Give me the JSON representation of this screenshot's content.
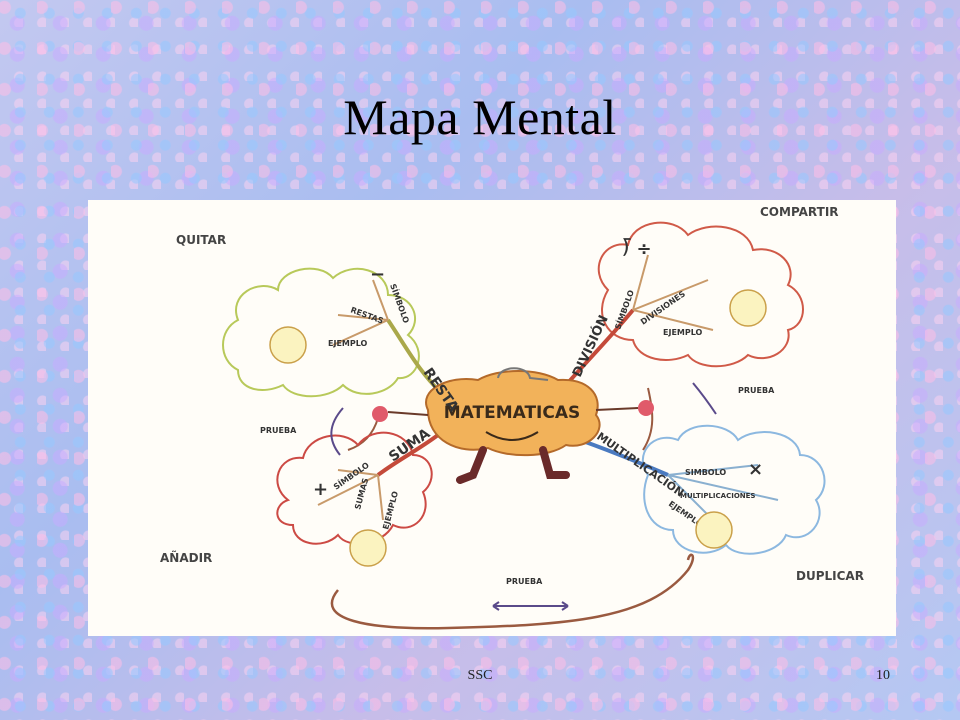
{
  "slide": {
    "title": "Mapa Mental",
    "footer_left": "SSC",
    "page_number": "10"
  },
  "mindmap": {
    "center": "MATEMATICAS",
    "branches": {
      "resta": {
        "name": "RESTA",
        "corner": "QUITAR",
        "simbolo": "SÍMBOLO",
        "restas": "RESTAS",
        "ejemplo": "EJEMPLO",
        "symbol": "−"
      },
      "division": {
        "name": "DIVISIÓN",
        "corner": "COMPARTIR",
        "simbolo": "SÍMBOLO",
        "divisiones": "DIVISIONES",
        "ejemplo": "EJEMPLO",
        "symbol": "⟌ ÷"
      },
      "suma": {
        "name": "SUMA",
        "corner": "AÑADIR",
        "simbolo": "SÍMBOLO",
        "sumas": "SUMAS",
        "ejemplo": "EJEMPLO",
        "symbol": "+"
      },
      "multiplicacion": {
        "name": "MULTIPLICACIÓN",
        "corner": "DUPLICAR",
        "simbolo": "SIMBOLO",
        "multiplicaciones": "MULTIPLICACIONES",
        "ejemplo": "EJEMPLO",
        "symbol": "×"
      }
    },
    "prueba_label": "PRUEBA"
  }
}
